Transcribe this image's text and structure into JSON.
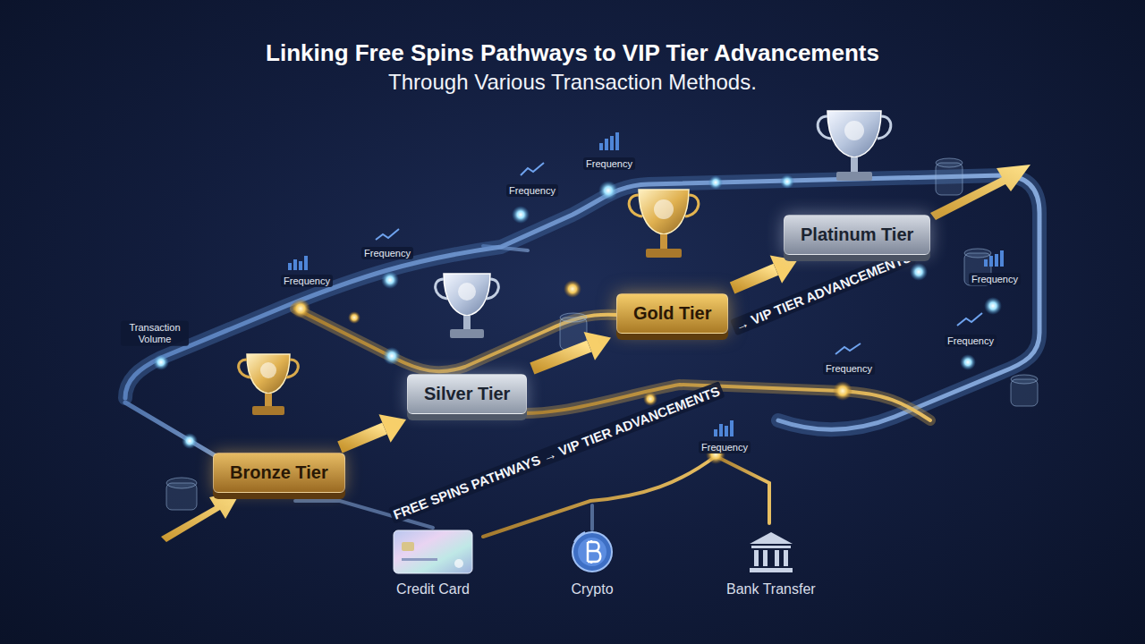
{
  "diagram": {
    "title": "Linking Free Spins Pathways to VIP Tier Advancements",
    "nodes": [
      {
        "text": [
          "Bronze Tier"
        ]
      },
      {
        "text": [
          "Silver Tier"
        ]
      },
      {
        "text": [
          "Gold Tier"
        ]
      },
      {
        "text": [
          "Platinum Tier"
        ]
      },
      {
        "text": [
          "Credit Card"
        ]
      },
      {
        "text": [
          "Crypto"
        ]
      },
      {
        "text": [
          "Bank Transfer"
        ]
      }
    ],
    "edges": [
      {
        "from": 0,
        "to": 1,
        "arrow": "to"
      },
      {
        "from": 1,
        "to": 2,
        "arrow": "to"
      },
      {
        "from": 2,
        "to": 3,
        "arrow": "to"
      }
    ],
    "labels": [
      "Through Various Transaction Methods.",
      "Transaction Volume",
      "Frequency",
      "Frequency",
      "Frequency",
      "Frequency",
      "Frequency",
      "Frequency",
      "Frequency",
      "Frequency",
      "→ VIP TIER ADVANCEMENTS",
      "FREE SPINS PATHWAYS → VIP TIER ADVANCEMENTS"
    ]
  }
}
